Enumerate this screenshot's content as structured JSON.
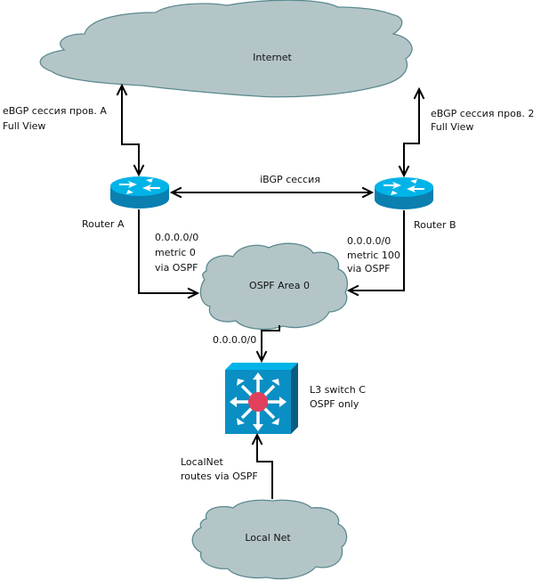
{
  "clouds": {
    "internet": "Internet",
    "ospf_area": "OSPF Area 0",
    "local_net": "Local Net"
  },
  "devices": {
    "router_a": "Router A",
    "router_b": "Router B",
    "switch_c": [
      "L3 switch C",
      "OSPF only"
    ]
  },
  "links": {
    "ebgp_a": [
      "eBGP сессия пров. A",
      "Full View"
    ],
    "ebgp_b": [
      "eBGP сессия пров. 2",
      "Full View"
    ],
    "ibgp": "iBGP сессия",
    "route_a": [
      "0.0.0.0/0",
      "metric 0",
      "via OSPF"
    ],
    "route_b": [
      "0.0.0.0/0",
      "metric 100",
      "via OSPF"
    ],
    "ospf_to_switch": "0.0.0.0/0",
    "localnet_routes": [
      "LocalNet",
      "routes via OSPF"
    ]
  },
  "colors": {
    "cloud_fill": "#b4c5c8",
    "cloud_stroke": "#5b8a8f",
    "device_top": "#00b4e8",
    "device_side": "#0a7fb0",
    "switch_hub": "#e0405c"
  }
}
